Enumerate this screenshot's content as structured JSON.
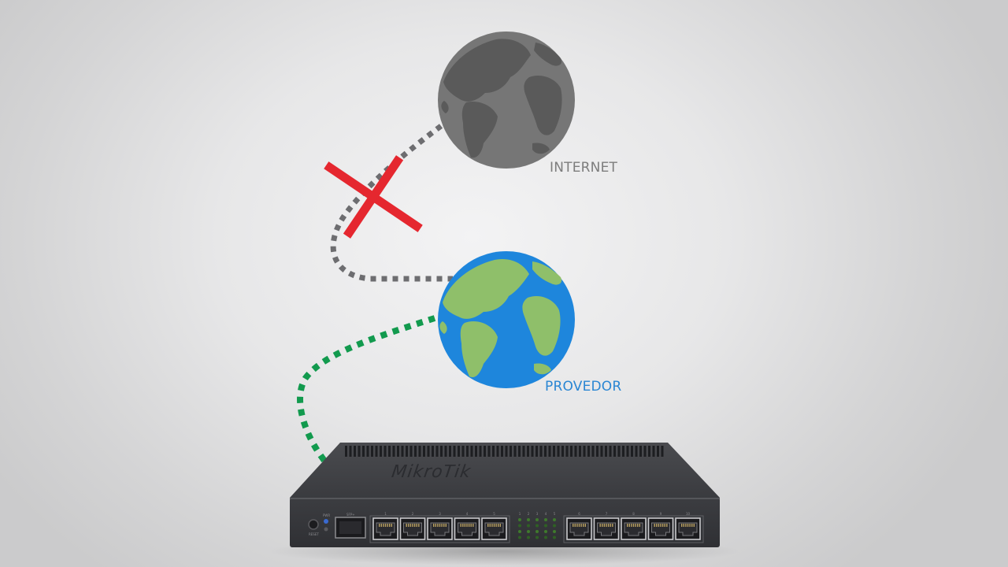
{
  "nodes": {
    "internet": {
      "label": "INTERNET",
      "globe_color": "#767676",
      "land_color": "#5a5a5a",
      "label_color": "#7d7d7d"
    },
    "provider": {
      "label": "PROVEDOR",
      "globe_color": "#1e86dc",
      "land_color": "#8fbf6a",
      "label_color": "#2a86d3"
    }
  },
  "links": {
    "internet_to_provider": {
      "style": "dotted",
      "color": "#6d6d70",
      "status": "broken"
    },
    "provider_to_router": {
      "style": "dotted",
      "color": "#129a4e",
      "status": "connected"
    }
  },
  "broken_marker": {
    "icon": "cross-icon",
    "color": "#e5272f"
  },
  "router": {
    "brand": "MikroTik",
    "body_color": "#3d3e42",
    "left_buttons": [
      "PWR",
      "RESET"
    ],
    "sfp_label": "SFP+",
    "port_group_left": [
      "1",
      "2",
      "3",
      "4",
      "5"
    ],
    "port_group_right": [
      "6",
      "7",
      "8",
      "9",
      "10"
    ],
    "led_columns": [
      "1",
      "2",
      "3",
      "4",
      "5"
    ]
  }
}
